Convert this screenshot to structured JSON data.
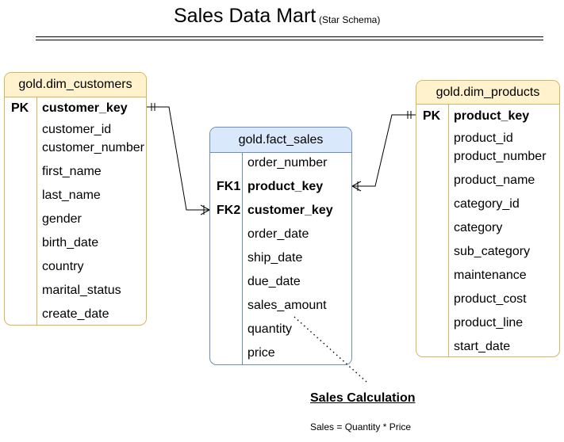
{
  "title": "Sales Data Mart",
  "subtitle": "(Star Schema)",
  "dim_customers": {
    "name": "gold.dim_customers",
    "rows": [
      {
        "key": "PK",
        "field": "customer_key"
      },
      {
        "key": "",
        "field": "customer_id"
      },
      {
        "key": "",
        "field": "customer_number"
      },
      {
        "key": "",
        "field": "first_name"
      },
      {
        "key": "",
        "field": "last_name"
      },
      {
        "key": "",
        "field": "gender"
      },
      {
        "key": "",
        "field": "birth_date"
      },
      {
        "key": "",
        "field": "country"
      },
      {
        "key": "",
        "field": "marital_status"
      },
      {
        "key": "",
        "field": "create_date"
      }
    ]
  },
  "fact_sales": {
    "name": "gold.fact_sales",
    "rows": [
      {
        "key": "",
        "field": "order_number"
      },
      {
        "key": "FK1",
        "field": "product_key"
      },
      {
        "key": "FK2",
        "field": "customer_key"
      },
      {
        "key": "",
        "field": "order_date"
      },
      {
        "key": "",
        "field": "ship_date"
      },
      {
        "key": "",
        "field": "due_date"
      },
      {
        "key": "",
        "field": "sales_amount"
      },
      {
        "key": "",
        "field": "quantity"
      },
      {
        "key": "",
        "field": "price"
      }
    ]
  },
  "dim_products": {
    "name": "gold.dim_products",
    "rows": [
      {
        "key": "PK",
        "field": "product_key"
      },
      {
        "key": "",
        "field": "product_id"
      },
      {
        "key": "",
        "field": "product_number"
      },
      {
        "key": "",
        "field": "product_name"
      },
      {
        "key": "",
        "field": "category_id"
      },
      {
        "key": "",
        "field": "category"
      },
      {
        "key": "",
        "field": "sub_category"
      },
      {
        "key": "",
        "field": "maintenance"
      },
      {
        "key": "",
        "field": "product_cost"
      },
      {
        "key": "",
        "field": "product_line"
      },
      {
        "key": "",
        "field": "start_date"
      }
    ]
  },
  "calculation": {
    "title": "Sales Calculation",
    "formula": "Sales = Quantity * Price"
  },
  "colors": {
    "dim_header": "#fff2cc",
    "dim_border": "#d6b656",
    "fact_header": "#dae8fc",
    "fact_border": "#6c8ebf"
  }
}
